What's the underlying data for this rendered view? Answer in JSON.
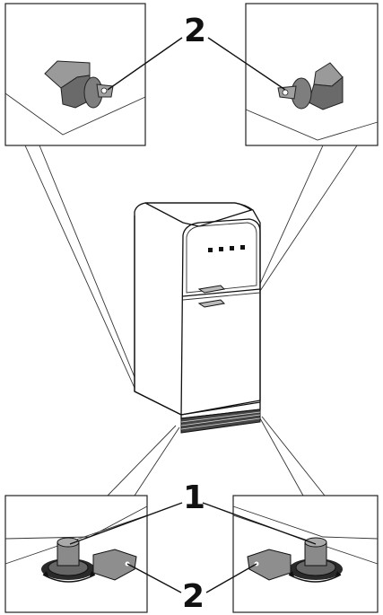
{
  "callouts": {
    "top_left": "2",
    "top_right": "2",
    "bottom_center_top": "1",
    "bottom_center_bottom": "2"
  },
  "colors": {
    "line": "#111111",
    "part_fill": "#8a8a8a",
    "part_shade": "#5e5e5e",
    "base_stripe": "#333333"
  }
}
